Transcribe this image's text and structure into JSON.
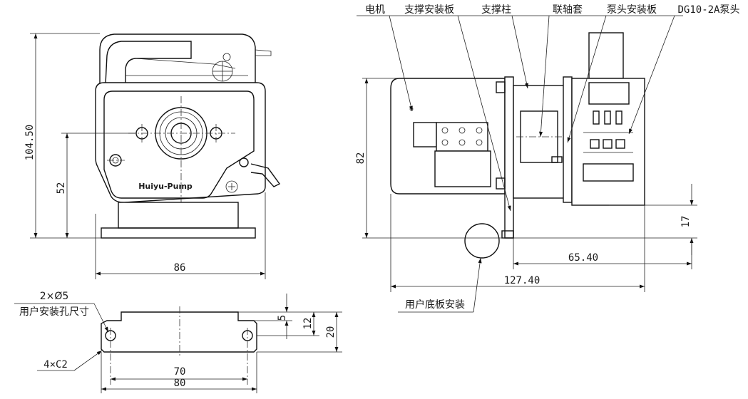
{
  "front_view": {
    "dim_height_total": "104.50",
    "dim_height_center": "52",
    "dim_width": "86",
    "brand_label": "Huiyu-Pump"
  },
  "bottom_view": {
    "hole_label_line1": "2×Ø5",
    "hole_label_line2": "用户安装孔尺寸",
    "chamfer_label": "4×C2",
    "dim_hole_spacing": "70",
    "dim_base_width": "80",
    "dim_5": "5",
    "dim_12": "12",
    "dim_20": "20"
  },
  "side_view": {
    "callouts": [
      "电机",
      "支撑安装板",
      "支撑柱",
      "联轴套",
      "泵头安装板",
      "DG10-2A泵头"
    ],
    "dim_height": "82",
    "dim_17": "17",
    "dim_65": "65.40",
    "dim_127": "127.40",
    "base_install_label": "用户底板安装"
  }
}
